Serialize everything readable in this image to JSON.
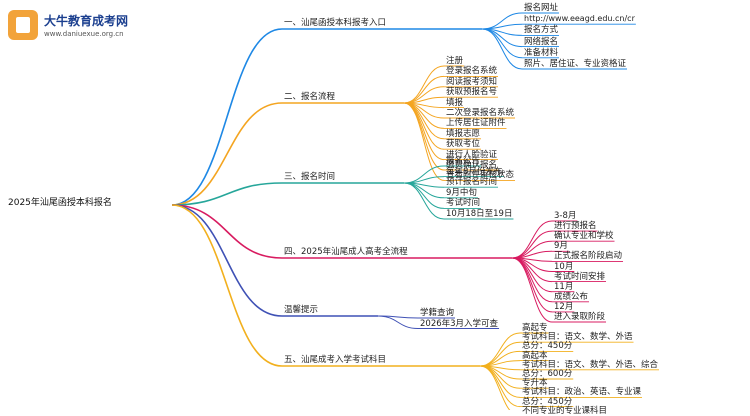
{
  "logo": {
    "title": "大牛教育成考网",
    "url": "www.daniuexue.org.cn"
  },
  "root": "2025年汕尾函授本科报名",
  "branches": [
    {
      "label": "一、汕尾函授本科报考入口",
      "color": "#1e88e5",
      "children": [
        "报名网址",
        "http://www.eeagd.edu.cn/cr",
        "报名方式",
        "网络报名",
        "准备材料",
        "照片、居住证、专业资格证"
      ]
    },
    {
      "label": "二、报名流程",
      "color": "#f4a521",
      "children": [
        "注册",
        "登录报名系统",
        "阅读报考须知",
        "获取预报名号",
        "填报",
        "二次登录报名系统",
        "上传居住证附件",
        "填报志愿",
        "获取考位",
        "进行人脸验证",
        "缴费确认报名",
        "查看附件审核状态"
      ]
    },
    {
      "label": "三、报名时间",
      "color": "#26a69a",
      "children": [
        "报名公告",
        "每年8月份发布",
        "预计报名时间",
        "9月中旬",
        "考试时间",
        "10月18日至19日"
      ]
    },
    {
      "label": "四、2025年汕尾成人高考全流程",
      "color": "#d81b60",
      "children": [
        "3-8月",
        "进行预报名",
        "确认专业和学校",
        "9月",
        "正式报名阶段启动",
        "10月",
        "考试时间安排",
        "11月",
        "成绩公布",
        "12月",
        "进入录取阶段"
      ]
    },
    {
      "label": "温馨提示",
      "color": "#3f51b5",
      "children": [
        "学籍查询",
        "2026年3月入学可查"
      ]
    },
    {
      "label": "五、汕尾成考入学考试科目",
      "color": "#f2b01e",
      "children": [
        "高起专",
        "考试科目：语文、数学、外语",
        "总分：450分",
        "高起本",
        "考试科目：语文、数学、外语、综合",
        "总分：600分",
        "专升本",
        "考试科目：政治、英语、专业课",
        "总分：450分",
        "不同专业的专业课科目"
      ]
    }
  ]
}
